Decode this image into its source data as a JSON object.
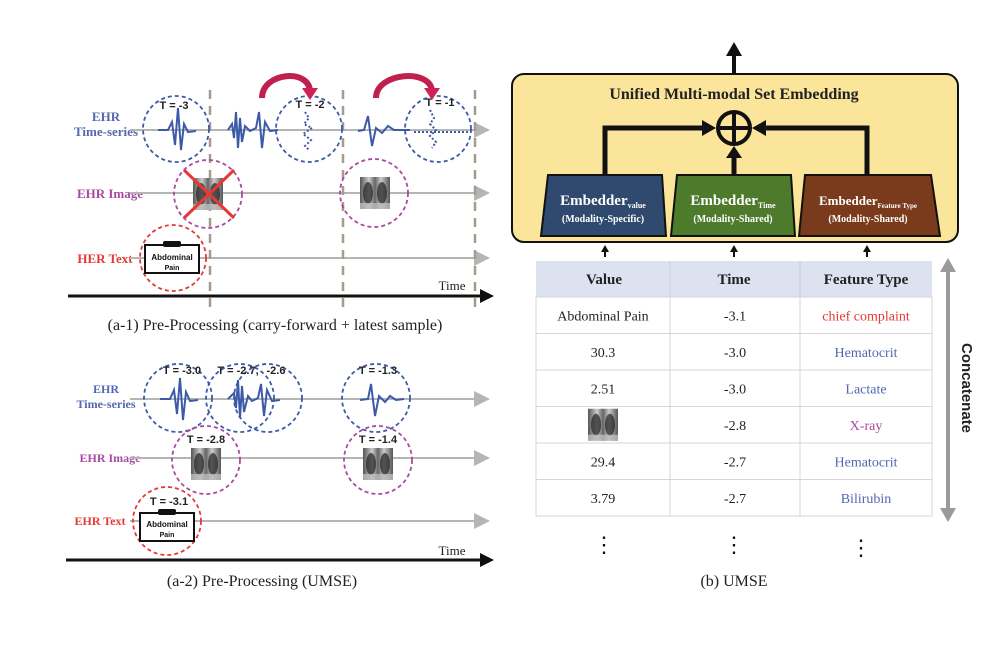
{
  "panel_a1": {
    "caption": "(a-1) Pre-Processing (carry-forward + latest sample)",
    "rows": {
      "timeseries_label_1": "EHR",
      "timeseries_label_2": "Time-series",
      "image_label": "EHR Image",
      "text_label": "HER Text"
    },
    "time_label": "Time",
    "ts_markers": [
      "T = -3",
      "T = -2",
      "T = -1"
    ],
    "note_text_1": "Abdominal",
    "note_text_2": "Pain"
  },
  "panel_a2": {
    "caption": "(a-2) Pre-Processing (UMSE)",
    "rows": {
      "timeseries_label_1": "EHR",
      "timeseries_label_2": "Time-series",
      "image_label": "EHR Image",
      "text_label": "EHR Text"
    },
    "time_label": "Time",
    "ts_markers": [
      "T = -3.0",
      "T = -2.7,",
      "-2.6",
      "T = -1.3"
    ],
    "image_markers": [
      "T = -2.8",
      "T = -1.4"
    ],
    "text_marker": "T = -3.1",
    "note_text_1": "Abdominal",
    "note_text_2": "Pain"
  },
  "panel_b": {
    "caption": "(b) UMSE",
    "box_title": "Unified Multi-modal Set Embedding",
    "embedders": [
      {
        "name": "Embedder",
        "sub": "value",
        "desc": "(Modality-Specific)",
        "color": "#2f4a6e"
      },
      {
        "name": "Embedder",
        "sub": "Time",
        "desc": "(Modality-Shared)",
        "color": "#4e7a2c"
      },
      {
        "name": "Embedder",
        "sub": "Feature Type",
        "desc": "(Modality-Shared)",
        "color": "#7a3a1c"
      }
    ],
    "box_color": "#fbe59a",
    "table": {
      "headers": [
        "Value",
        "Time",
        "Feature Type"
      ],
      "rows": [
        {
          "value": "Abdominal Pain",
          "time": "-3.1",
          "feature": "chief complaint",
          "feature_color": "#e53935"
        },
        {
          "value": "30.3",
          "time": "-3.0",
          "feature": "Hematocrit",
          "feature_color": "#5468b0"
        },
        {
          "value": "2.51",
          "time": "-3.0",
          "feature": "Lactate",
          "feature_color": "#5468b0"
        },
        {
          "value": "[x-ray image]",
          "time": "-2.8",
          "feature": "X-ray",
          "feature_color": "#b0479a"
        },
        {
          "value": "29.4",
          "time": "-2.7",
          "feature": "Hematocrit",
          "feature_color": "#5468b0"
        },
        {
          "value": "3.79",
          "time": "-2.7",
          "feature": "Bilirubin",
          "feature_color": "#5468b0"
        }
      ],
      "ellipsis": "⋮"
    },
    "side_label": "Concatenate"
  }
}
